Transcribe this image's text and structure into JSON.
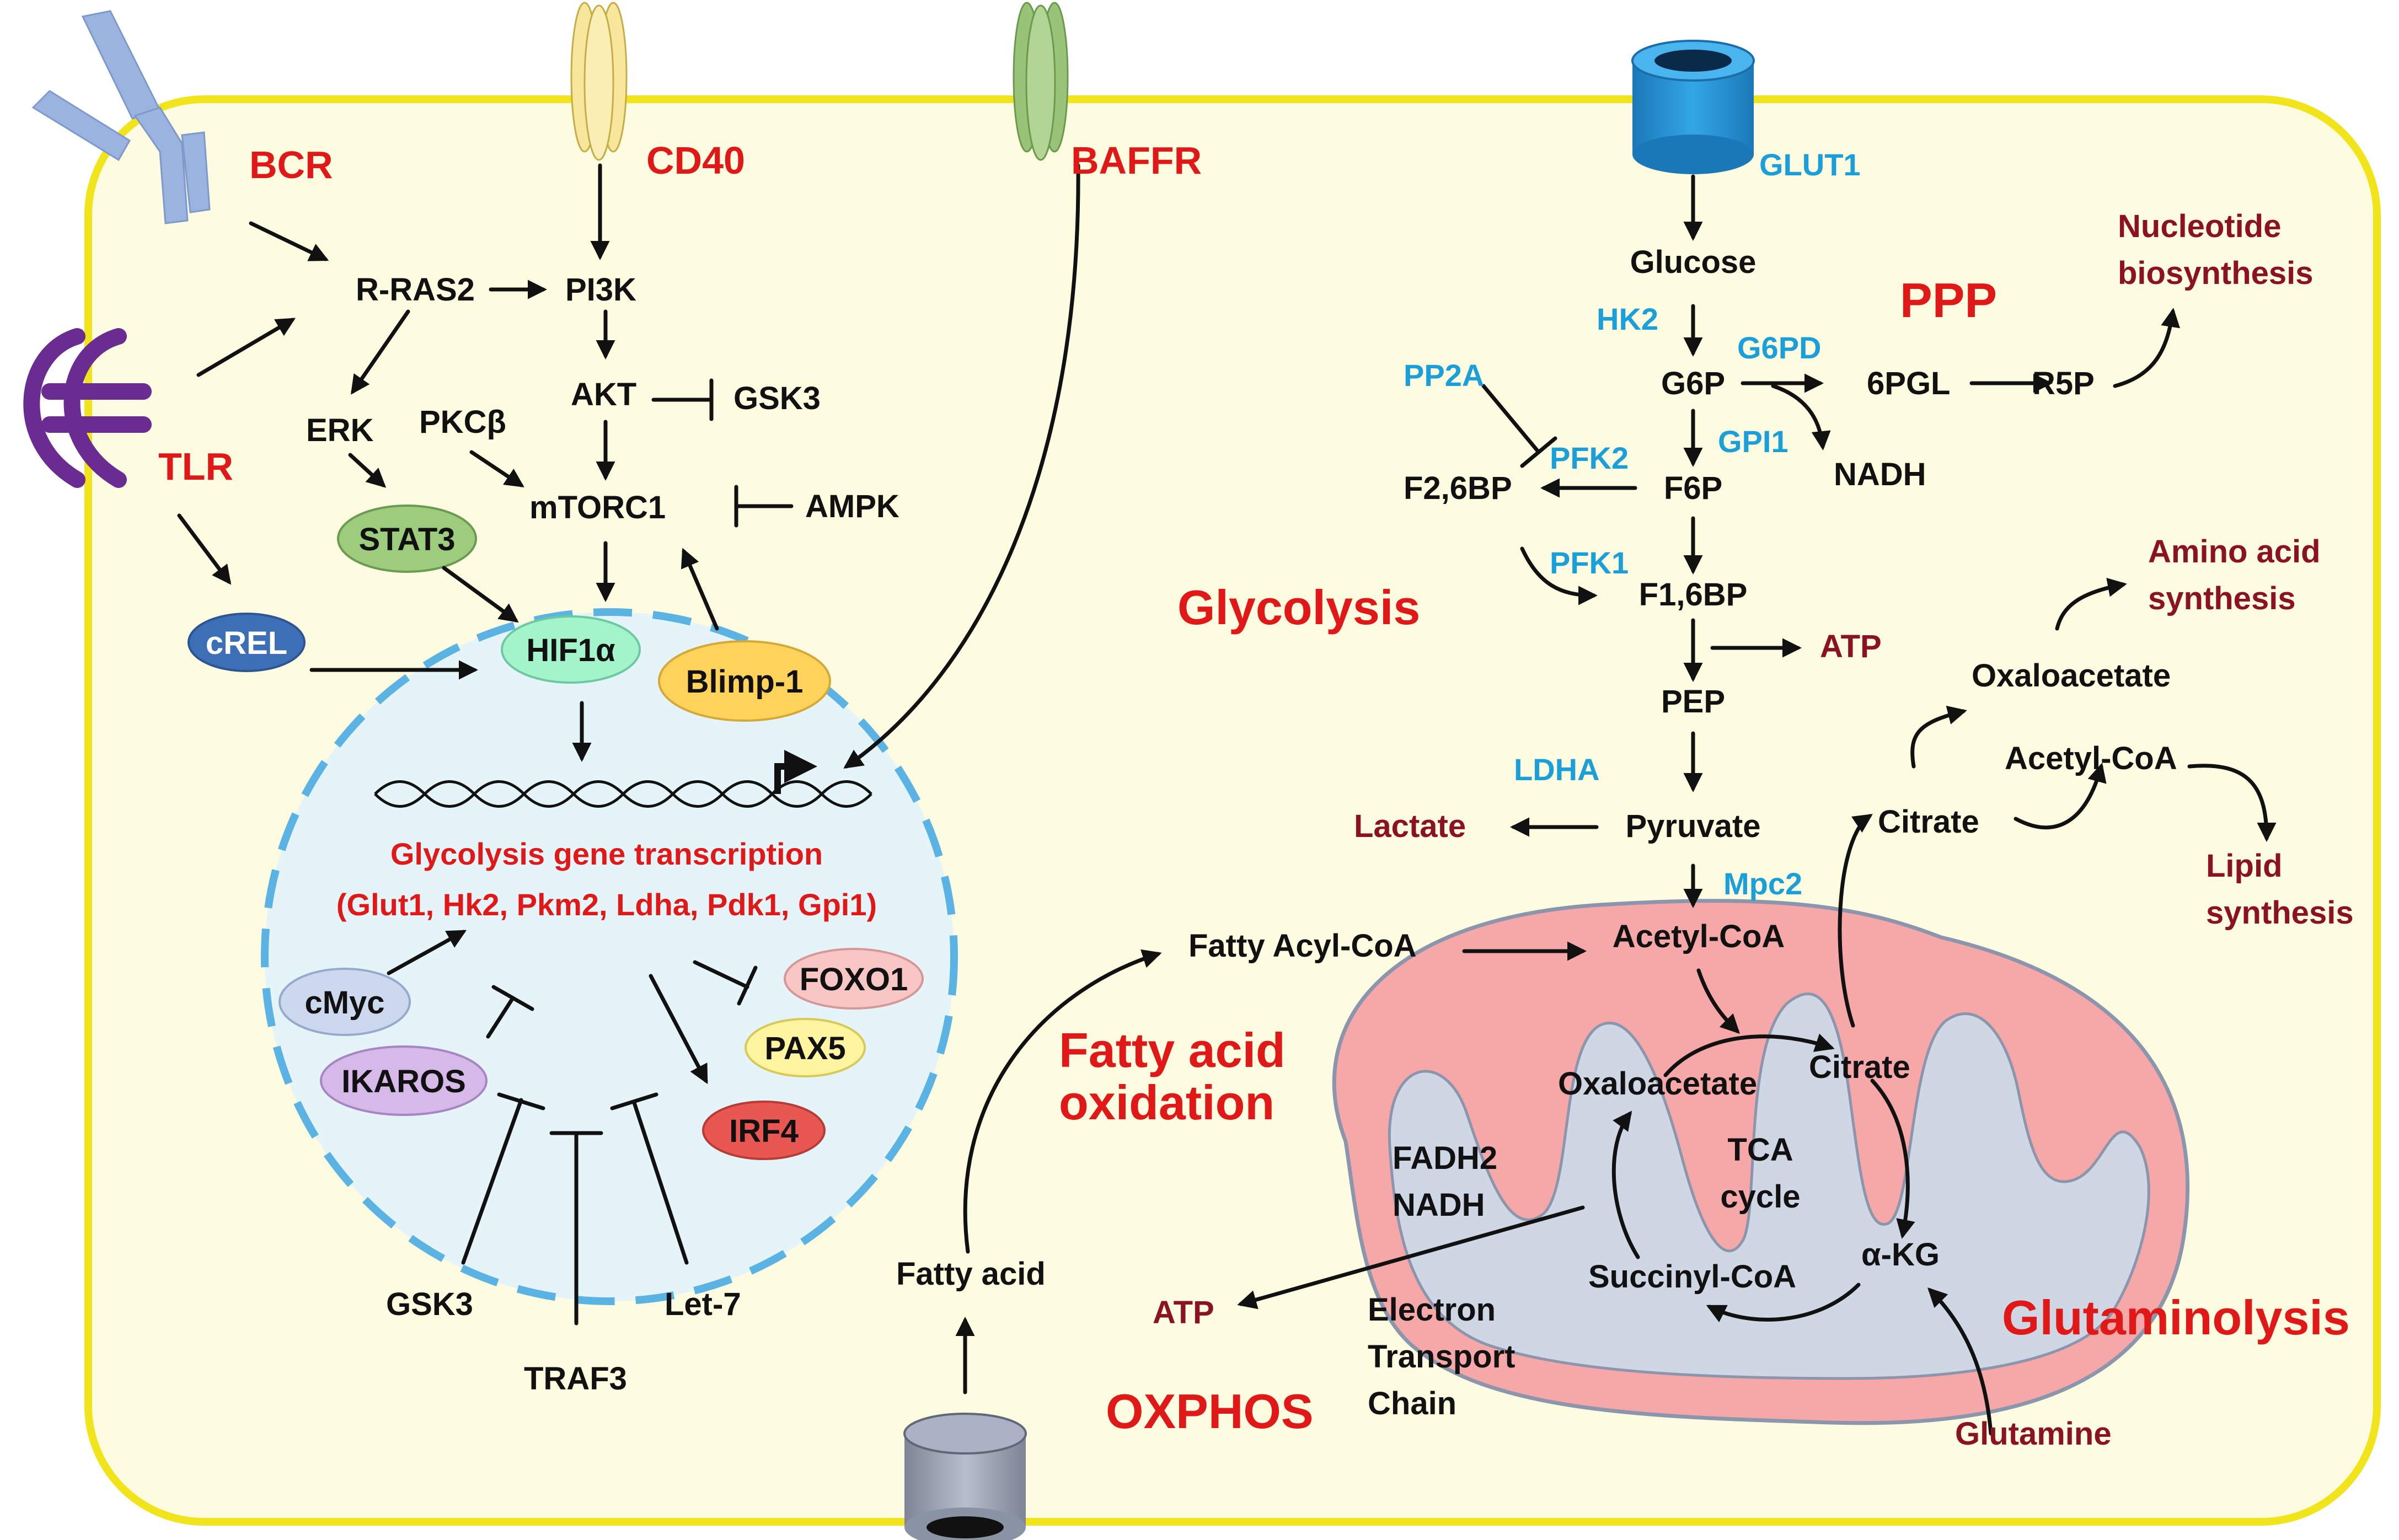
{
  "receptors": {
    "bcr": "BCR",
    "cd40": "CD40",
    "baffr": "BAFFR",
    "tlr": "TLR",
    "glut1": "GLUT1"
  },
  "signaling": {
    "rras2": "R-RAS2",
    "pi3k": "PI3K",
    "akt": "AKT",
    "gsk3_top": "GSK3",
    "erk": "ERK",
    "pkcb": "PKCβ",
    "mtorc1": "mTORC1",
    "ampk": "AMPK"
  },
  "nodes": {
    "stat3": "STAT3",
    "crel": "cREL",
    "hif1a": "HIF1α",
    "blimp1": "Blimp-1",
    "cmyc": "cMyc",
    "ikaros": "IKAROS",
    "foxo1": "FOXO1",
    "pax5": "PAX5",
    "irf4": "IRF4"
  },
  "nucleus": {
    "transcription_title": "Glycolysis gene transcription",
    "transcription_genes": "(Glut1, Hk2, Pkm2, Ldha, Pdk1, Gpi1)"
  },
  "inhibitors": {
    "gsk3": "GSK3",
    "traf3": "TRAF3",
    "let7": "Let-7"
  },
  "metabolites": {
    "glucose": "Glucose",
    "g6p": "G6P",
    "pgl6": "6PGL",
    "r5p": "R5P",
    "nadh_ppp": "NADH",
    "f26bp": "F2,6BP",
    "f6p": "F6P",
    "f16bp": "F1,6BP",
    "atp_glyc": "ATP",
    "pep": "PEP",
    "pyruvate": "Pyruvate",
    "lactate": "Lactate",
    "acetylcoa_mito": "Acetyl-CoA",
    "fatty_acyl_coa": "Fatty Acyl-CoA",
    "fatty_acid": "Fatty acid",
    "oxaloacetate_cyto": "Oxaloacetate",
    "acetylcoa_cyto": "Acetyl-CoA",
    "citrate_cyto": "Citrate",
    "citrate_tca": "Citrate",
    "oxaloacetate_tca": "Oxaloacetate",
    "akg": "α-KG",
    "succinyl_coa": "Succinyl-CoA",
    "glutamine": "Glutamine",
    "atp_ox": "ATP"
  },
  "outputs": {
    "nucleotide_1": "Nucleotide",
    "nucleotide_2": "biosynthesis",
    "amino_1": "Amino acid",
    "amino_2": "synthesis",
    "lipid_1": "Lipid",
    "lipid_2": "synthesis"
  },
  "enzymes": {
    "hk2": "HK2",
    "g6pd": "G6PD",
    "pp2a": "PP2A",
    "pfk2": "PFK2",
    "gpi1": "GPI1",
    "pfk1": "PFK1",
    "ldha": "LDHA",
    "mpc2": "Mpc2"
  },
  "pathways": {
    "ppp": "PPP",
    "glycolysis": "Glycolysis",
    "fao_1": "Fatty acid",
    "fao_2": "oxidation",
    "glutaminolysis": "Glutaminolysis",
    "oxphos": "OXPHOS"
  },
  "mito": {
    "tca_1": "TCA",
    "tca_2": "cycle",
    "fadh2": "FADH2",
    "nadh": "NADH",
    "etc_1": "Electron",
    "etc_2": "Transport",
    "etc_3": "Chain"
  },
  "colors": {
    "cell_fill": "#fdfbe0",
    "cell_border": "#f2e41a",
    "nucleus_fill": "#e4f4f9",
    "nucleus_border": "#5ab3e3",
    "mito_fill": "#f6a7a7",
    "mito_inner": "#cfd6e4",
    "enzyme_text": "#1a9fd8",
    "product_text": "#8b1220",
    "pathway_text": "#e01818"
  }
}
